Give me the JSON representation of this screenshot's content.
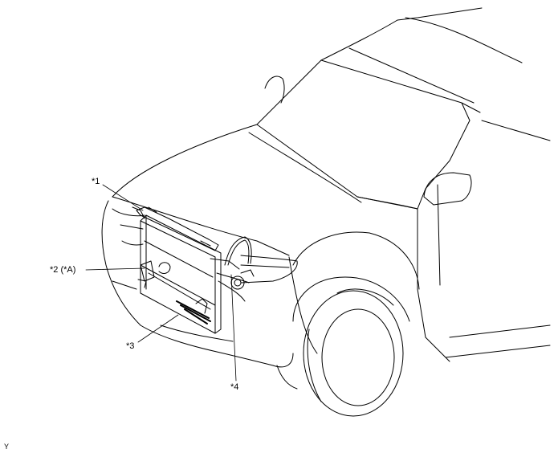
{
  "callouts": {
    "c1": "*1",
    "c2": "*2 (*A)",
    "c3": "*3",
    "c4": "*4"
  },
  "corner_mark": "Y",
  "colors": {
    "line": "#000000",
    "background": "#ffffff"
  }
}
